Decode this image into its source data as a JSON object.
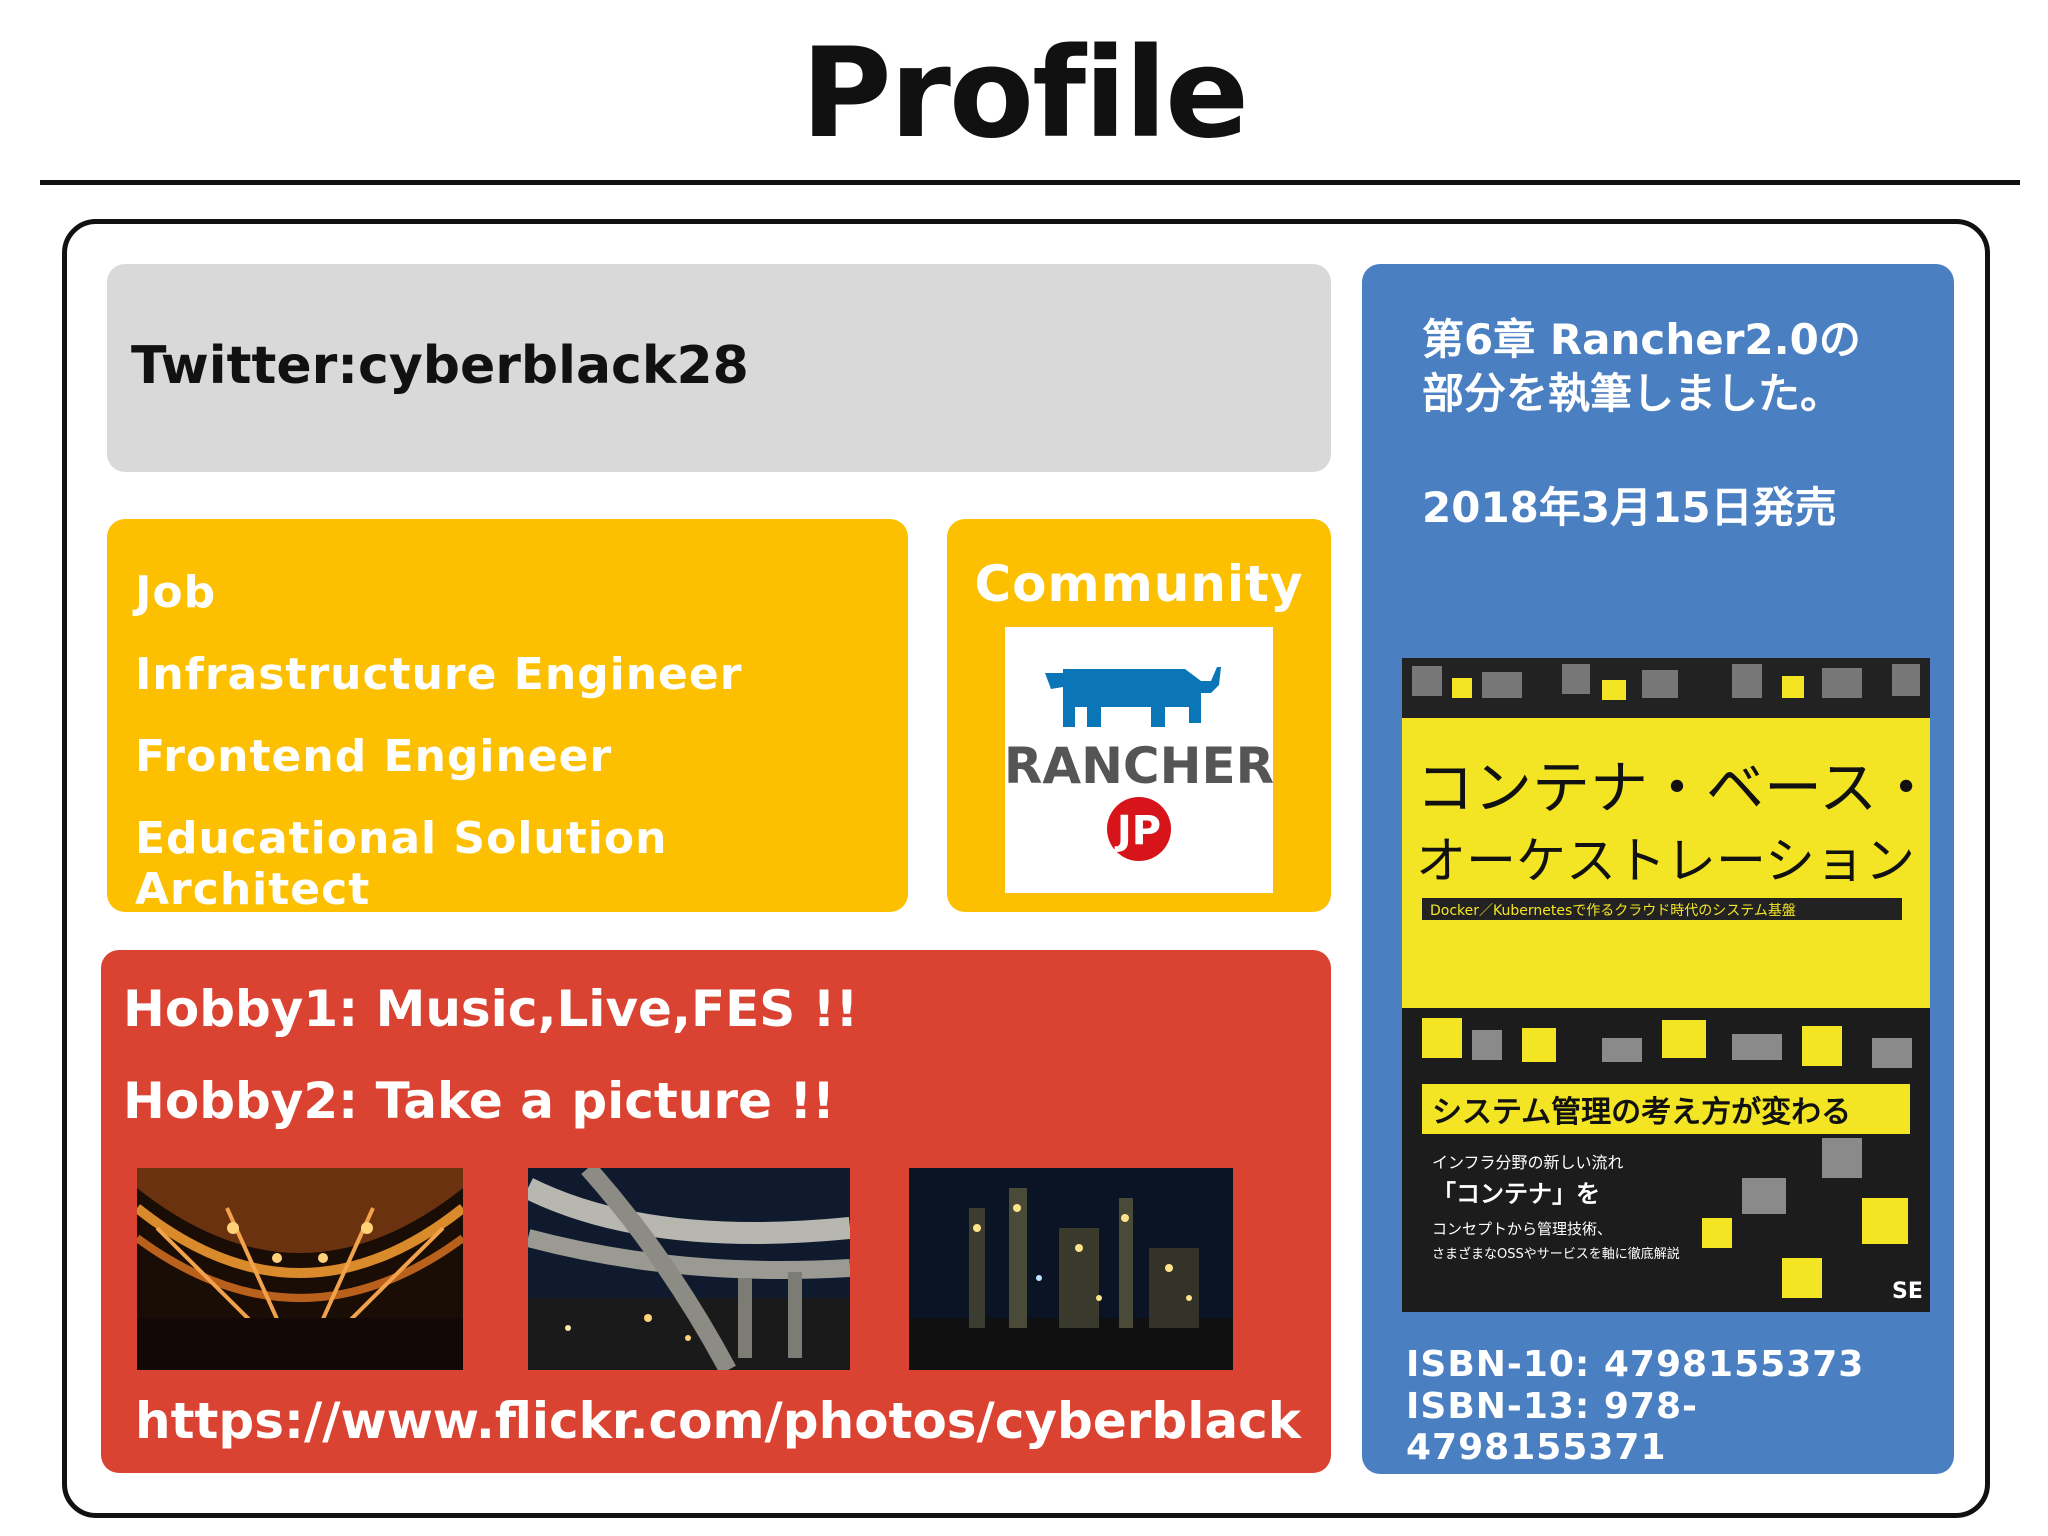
{
  "page": {
    "title": "Profile"
  },
  "twitter": {
    "text": "Twitter:cyberblack28"
  },
  "job": {
    "lines": [
      "Job",
      "Infrastructure Engineer",
      "Frontend Engineer",
      "Educational Solution Architect"
    ]
  },
  "community": {
    "title": "Community",
    "logo_text": "RANCHER",
    "logo_badge": "JP"
  },
  "hobby": {
    "line1": "Hobby1: Music,Live,FES !!",
    "line2": "Hobby2: Take a picture !!",
    "link": "https://www.flickr.com/photos/cyberblack",
    "photos": [
      "night-bridge-photo",
      "highway-interchange-photo",
      "factory-night-photo"
    ]
  },
  "book": {
    "line1": "第6章 Rancher2.0の",
    "line2": "部分を執筆しました。",
    "release": "2018年3月15日発売",
    "cover": {
      "title_line1": "コンテナ・ベース・",
      "title_line2": "オーケストレーション",
      "subtitle": "Docker／Kubernetesで作るクラウド時代のシステム基盤",
      "band": "システム管理の考え方が変わる",
      "blurb_line1": "インフラ分野の新しい流れ",
      "blurb_line2": "「コンテナ」を",
      "blurb_line3": "コンセプトから管理技術、",
      "blurb_line4": "さまざまなOSSやサービスを軸に徹底解説",
      "publisher": "SE"
    },
    "isbn10": "ISBN-10: 4798155373",
    "isbn13": "ISBN-13: 978-4798155371"
  },
  "colors": {
    "yellow": "#fdc000",
    "red": "#da4332",
    "blue": "#4a7fc1",
    "gray": "#d9d9d9",
    "rancher_blue": "#0a75b7",
    "rancher_gray": "#555555",
    "badge_red": "#d7141a"
  }
}
